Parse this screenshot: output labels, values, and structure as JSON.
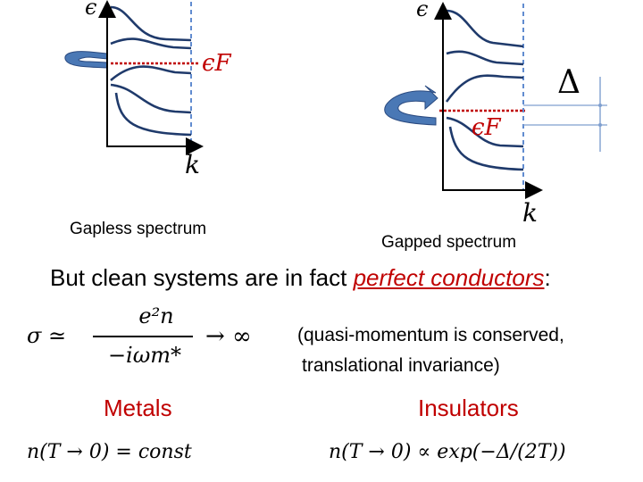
{
  "colors": {
    "band_curve": "#1f3a6b",
    "fermi_level": "#c00000",
    "boundary_dash": "#3a6fc4",
    "arrow_fill": "#4a78b5",
    "arrow_stroke": "#2a4a80",
    "gap_lines": "#7f9fcf",
    "emphasis": "#c00000",
    "section_label": "#c00000"
  },
  "left_panel": {
    "axis_y_label": "ϵ",
    "axis_x_label": "k",
    "fermi_label": "ϵF",
    "caption": "Gapless spectrum"
  },
  "right_panel": {
    "axis_y_label": "ϵ",
    "axis_x_label": "k",
    "fermi_label": "ϵF",
    "gap_label": "Δ",
    "caption": "Gapped spectrum"
  },
  "statement": {
    "prefix": "But clean systems are in fact ",
    "emphasis": "perfect conductors",
    "suffix": ":"
  },
  "conductivity": {
    "lhs": "σ ≃",
    "numerator": "e²n",
    "denominator": "−iωm*",
    "rhs": "→ ∞",
    "note_line1": "(quasi-momentum is conserved,",
    "note_line2": "translational invariance)"
  },
  "metals": {
    "label": "Metals",
    "formula": "n(T → 0) = const"
  },
  "insulators": {
    "label": "Insulators",
    "formula": "n(T → 0) ∝ exp(−Δ/(2T))"
  }
}
